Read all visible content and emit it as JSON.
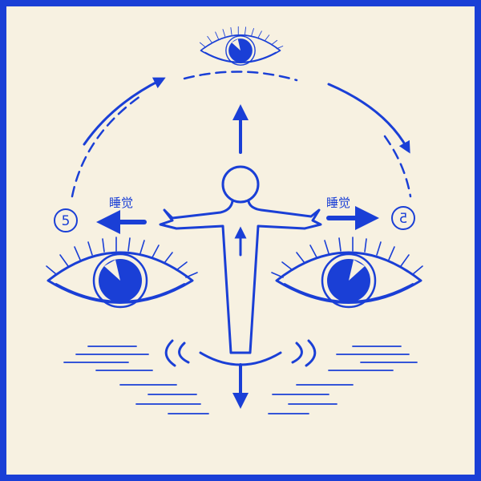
{
  "illustration": {
    "label_left": "睡觉",
    "label_right": "睡觉",
    "number_left": "5",
    "number_right": "5",
    "colors": {
      "ink": "#1a3fd6",
      "paper": "#f7f1e1"
    },
    "icons": [
      "eye-icon",
      "human-figure",
      "arrow-icon",
      "wave-lines"
    ]
  }
}
